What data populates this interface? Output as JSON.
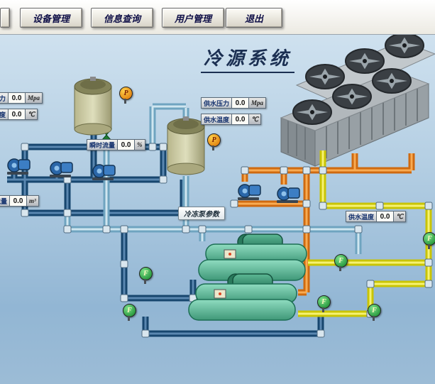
{
  "toolbar": {
    "buttons": [
      {
        "label": "设备管理"
      },
      {
        "label": "信息查询"
      },
      {
        "label": "用户管理"
      },
      {
        "label": "退出"
      }
    ]
  },
  "title": "冷源系统",
  "labels": {
    "pressure_left": {
      "name": "压力",
      "value": "0.0",
      "unit": "Mpa"
    },
    "temp_left": {
      "name": "温度",
      "value": "0.0",
      "unit": "℃"
    },
    "flow_instant": {
      "name": "瞬时流量",
      "value": "0.0",
      "unit": "%"
    },
    "supply_pressure": {
      "name": "供水压力",
      "value": "0.0",
      "unit": "Mpa"
    },
    "supply_temp": {
      "name": "供水温度",
      "value": "0.0",
      "unit": "℃"
    },
    "flow_total": {
      "name": "流量",
      "value": "0.0",
      "unit": "m³"
    },
    "supply_temp_right": {
      "name": "供水温度",
      "value": "0.0",
      "unit": "℃"
    },
    "chiller_pump_params": "冷冻泵参数"
  },
  "sensors": {
    "pressure": "P",
    "flow": "F"
  },
  "colors": {
    "chilled_water": "#17466e",
    "chilled_return": "#6fa4c0",
    "cooling_supply": "#cf6a10",
    "cooling_return": "#c9c404"
  }
}
